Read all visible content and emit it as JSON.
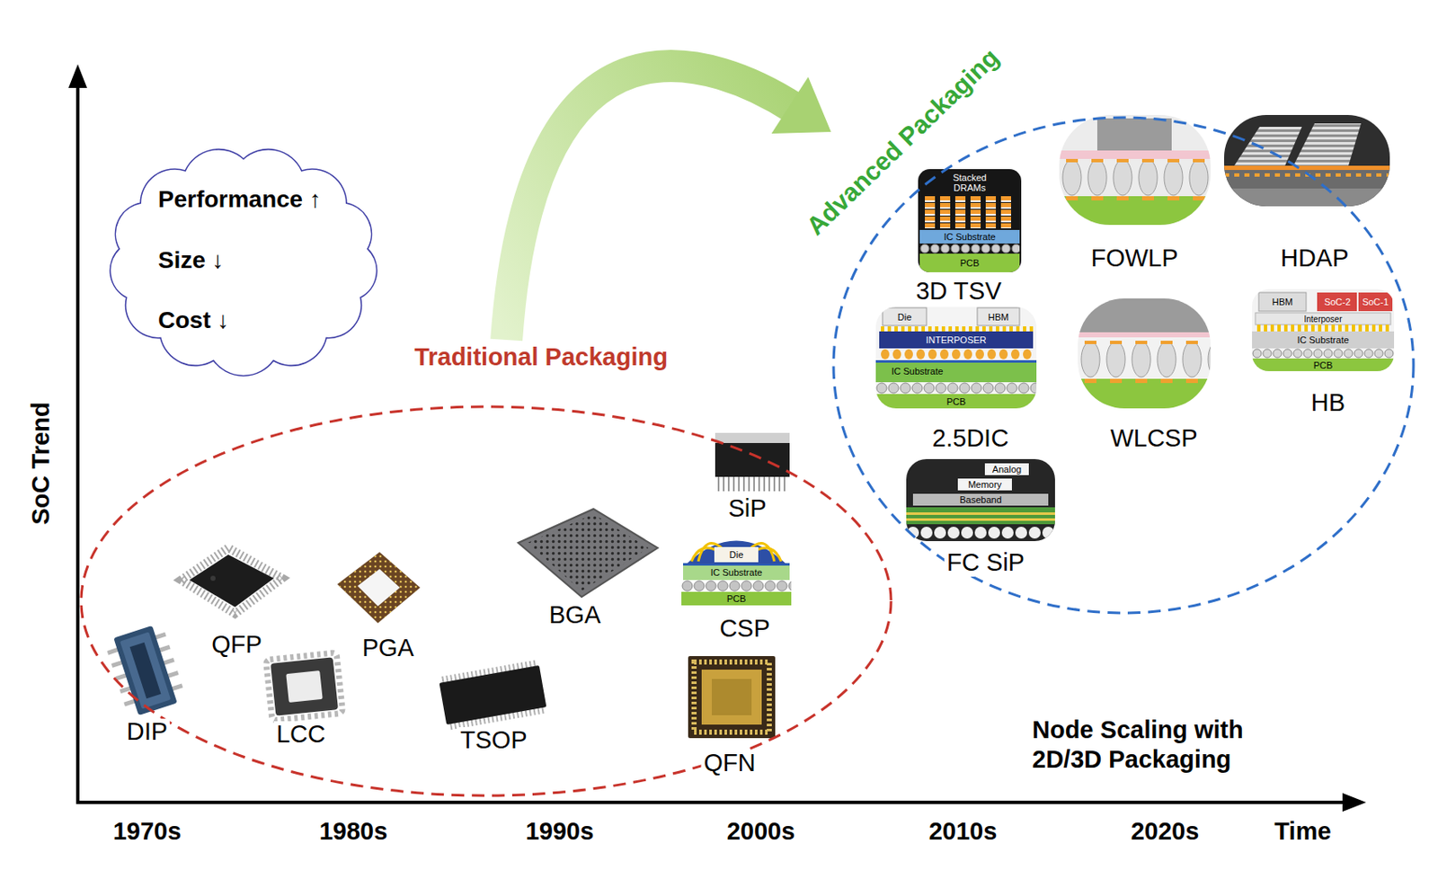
{
  "diagram": {
    "nodes": [
      {
        "text": [
          "Performance ↑",
          "Size ↓",
          "Cost ↓"
        ]
      },
      {
        "text": [
          "Traditional Packaging"
        ]
      },
      {
        "text": [
          "Advanced Packaging"
        ]
      }
    ],
    "edges": [
      {
        "from": 1,
        "to": 2,
        "arrow": "to"
      }
    ],
    "labels": [
      "SoC Trend",
      "1970s",
      "1980s",
      "1990s",
      "2000s",
      "2010s",
      "2020s",
      "Time",
      "Node Scaling with 2D/3D Packaging",
      "DIP",
      "QFP",
      "LCC",
      "PGA",
      "TSOP",
      "BGA",
      "SiP",
      "CSP",
      "QFN",
      "3D TSV",
      "FOWLP",
      "HDAP",
      "2.5DIC",
      "WLCSP",
      "HB",
      "FC SiP",
      "Die",
      "IC Substrate",
      "PCB",
      "Stacked DRAMs",
      "IC Substrate",
      "PCB",
      "Die",
      "HBM",
      "INTERPOSER",
      "IC Substrate",
      "PCB",
      "HBM",
      "SoC-2",
      "SoC-1",
      "Interposer",
      "IC Substrate",
      "PCB",
      "Analog",
      "Memory",
      "Baseband"
    ]
  }
}
